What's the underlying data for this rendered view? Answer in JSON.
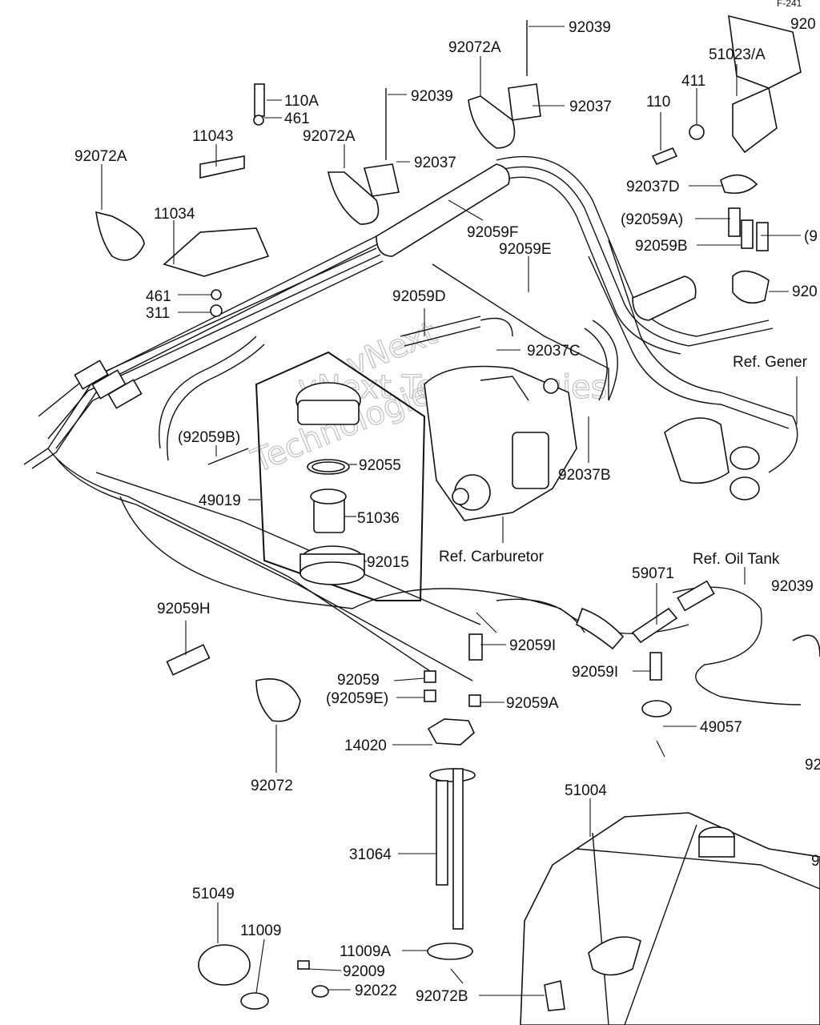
{
  "header": {
    "code": "F-241"
  },
  "watermark": {
    "line1": "vNext Technologies",
    "line2": "vNext",
    "line3": "Technologies"
  },
  "labels": {
    "l92039_top": "92039",
    "l92072A_top": "92072A",
    "l92037_top": "92037",
    "l92039_mid": "92039",
    "l92072A_mid": "92072A",
    "l92037_mid": "92037",
    "l92059F": "92059F",
    "l92059E": "92059E",
    "l110A": "110A",
    "l461_top": "461",
    "l11043": "11043",
    "l92072A_left": "92072A",
    "l11034": "11034",
    "l461_bot": "461",
    "l311": "311",
    "l51023A": "51023/A",
    "l411": "411",
    "l110": "110",
    "l92037D": "92037D",
    "l92059A_paren": "(92059A)",
    "l92059B": "92059B",
    "l9_right": "(9",
    "l920_right": "920",
    "l920_topright": "920",
    "lRefGen": "Ref. Gener",
    "l92059D": "92059D",
    "l92037C": "92037C",
    "l92059B_paren": "(92059B)",
    "l92055": "92055",
    "l49019": "49019",
    "l51036": "51036",
    "l92015": "92015",
    "lRefCarb": "Ref. Carburetor",
    "l92037B": "92037B",
    "lRefOil": "Ref. Oil Tank",
    "l59071": "59071",
    "l92039_right": "92039",
    "l92059H": "92059H",
    "l92059I_a": "92059I",
    "l92059I_b": "92059I",
    "l92059": "92059",
    "l92059E_paren": "(92059E)",
    "l92059A": "92059A",
    "l49057": "49057",
    "l14020": "14020",
    "l92_right": "92",
    "l92072": "92072",
    "l51004": "51004",
    "l31064": "31064",
    "l9_right2": "9",
    "l51049": "51049",
    "l11009": "11009",
    "l11009A": "11009A",
    "l92009": "92009",
    "l92022": "92022",
    "l92072B": "92072B"
  }
}
